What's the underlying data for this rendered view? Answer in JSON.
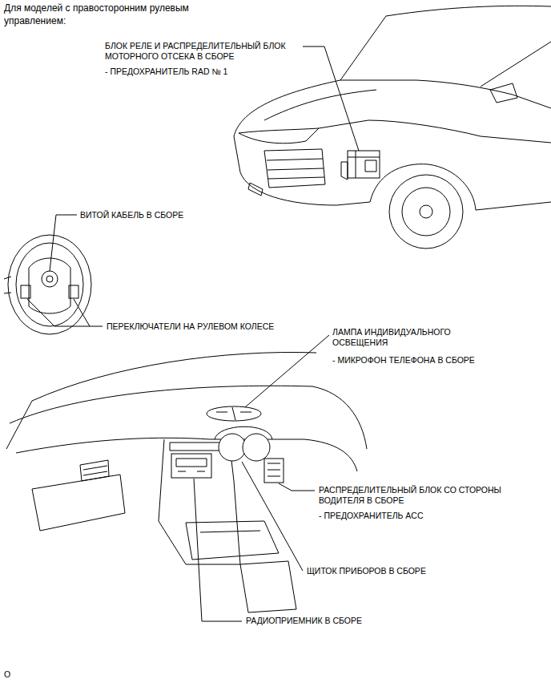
{
  "diagram": {
    "title": "Для моделей с правосторонним рулевым управлением:",
    "labels": [
      "БЛОК РЕЛЕ И РАСПРЕДЕЛИТЕЛЬНЫЙ БЛОК МОТОРНОГО ОТСЕКА В СБОРЕ",
      "- ПРЕДОХРАНИТЕЛЬ RAD № 1",
      "ВИТОЙ КАБЕЛЬ В СБОРЕ",
      "ПЕРЕКЛЮЧАТЕЛИ НА РУЛЕВОМ КОЛЕСЕ",
      "ЛАМПА ИНДИВИДУАЛЬНОГО ОСВЕЩЕНИЯ",
      "- МИКРОФОН ТЕЛЕФОНА В СБОРЕ",
      "РАСПРЕДЕЛИТЕЛЬНЫЙ БЛОК СО СТОРОНЫ ВОДИТЕЛЯ В СБОРЕ",
      "- ПРЕДОХРАНИТЕЛЬ ACC",
      "ЩИТОК ПРИБОРОВ В СБОРЕ",
      "РАДИОПРИЕМНИК В СБОРЕ",
      "O"
    ]
  }
}
